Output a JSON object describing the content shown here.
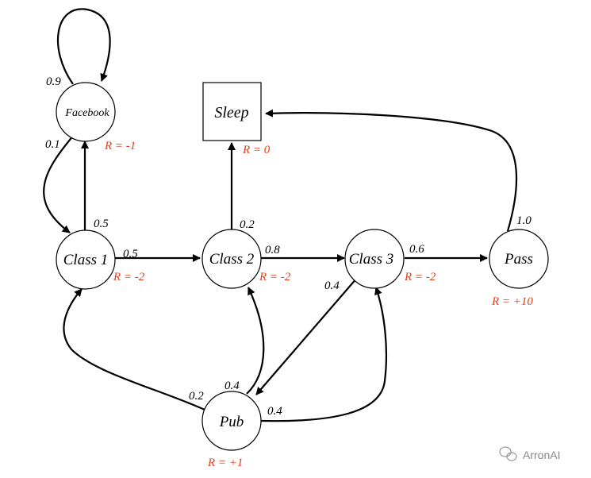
{
  "colors": {
    "reward": "#e0401e",
    "stroke": "#000000",
    "watermark": "#888888"
  },
  "nodes": {
    "facebook": {
      "label": "Facebook",
      "reward": "R = -1"
    },
    "sleep": {
      "label": "Sleep",
      "reward": "R = 0"
    },
    "class1": {
      "label": "Class 1",
      "reward": "R = -2"
    },
    "class2": {
      "label": "Class 2",
      "reward": "R = -2"
    },
    "class3": {
      "label": "Class 3",
      "reward": "R = -2"
    },
    "pass": {
      "label": "Pass",
      "reward": "R = +10"
    },
    "pub": {
      "label": "Pub",
      "reward": "R = +1"
    }
  },
  "edges": {
    "facebook_facebook": "0.9",
    "facebook_class1": "0.1",
    "class1_facebook": "0.5",
    "class1_class2": "0.5",
    "class2_sleep": "0.2",
    "class2_class3": "0.8",
    "class3_pass": "0.6",
    "class3_pub": "0.4",
    "pass_sleep": "1.0",
    "pub_class1": "0.2",
    "pub_class2": "0.4",
    "pub_class3": "0.4"
  },
  "watermark": {
    "text": "ArronAI",
    "icon": "wechat-icon"
  }
}
